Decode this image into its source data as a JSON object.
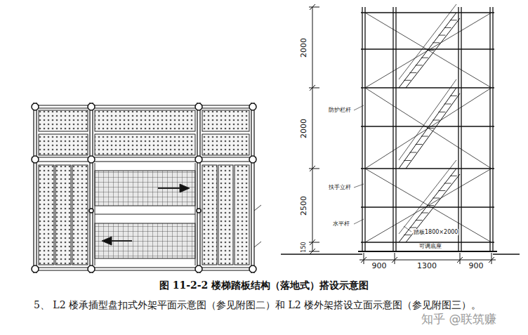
{
  "diagram": {
    "caption": "图 11-2-2 楼梯踏板结构（落地式）搭设示意图",
    "labels": [
      "2000",
      "2000",
      "2500",
      "150",
      "防护栏杆",
      "扶手立杆",
      "水平杆",
      "踏板1800×2000",
      "可调底座",
      "900",
      "1300",
      "900",
      "5、 L2 楼承插型盘扣式外架平面示意图（参见附图二）和 L2 楼外架搭设立面示意图（参见附图三）。",
      "知乎 @联筑赚"
    ]
  }
}
